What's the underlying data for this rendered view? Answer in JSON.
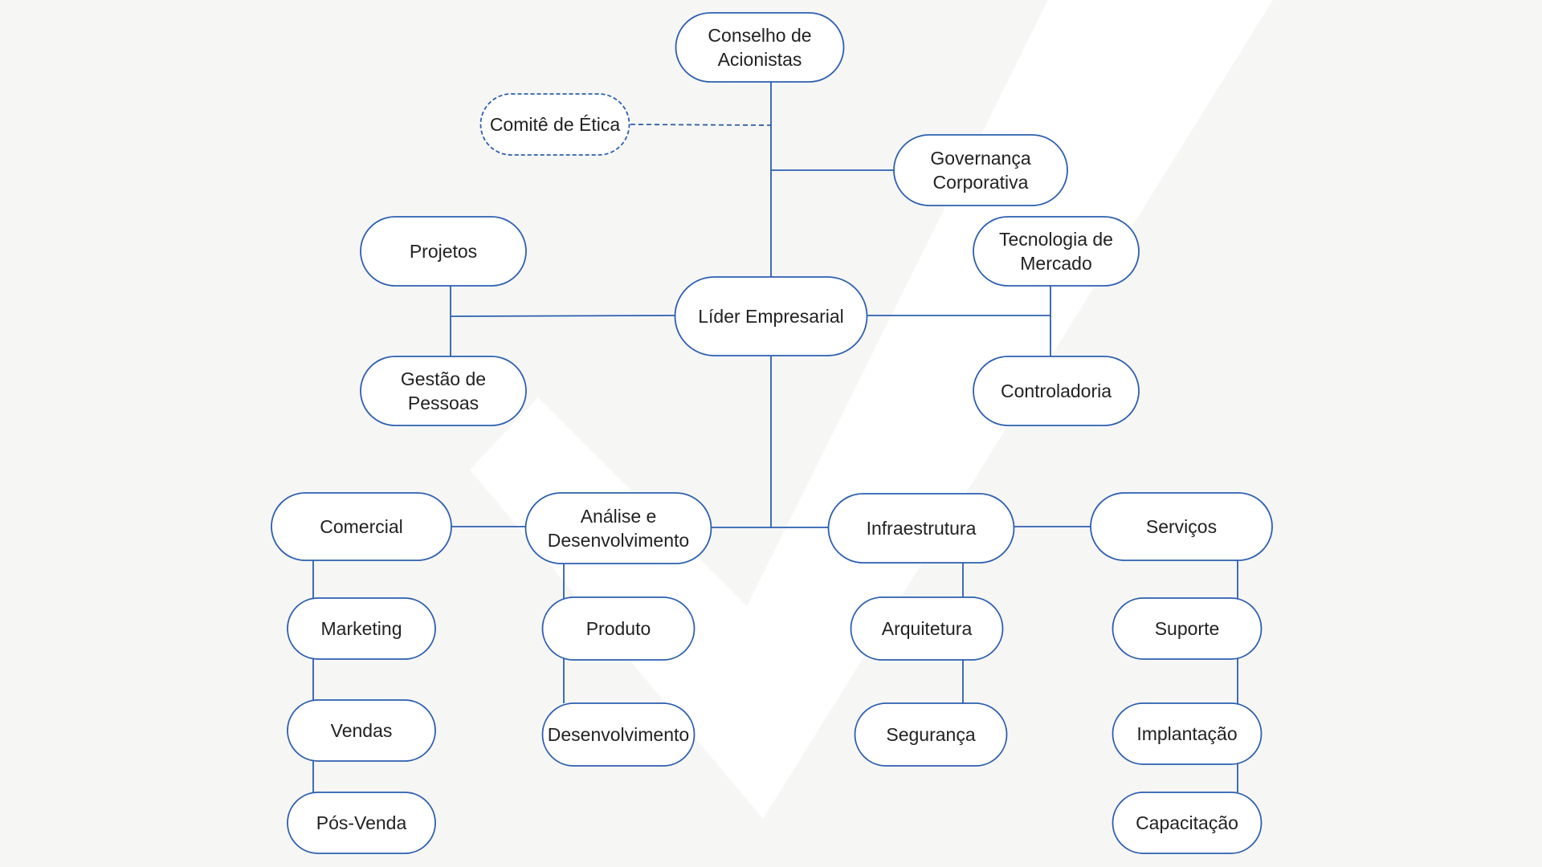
{
  "colors": {
    "background": "#f6f6f5",
    "node_stroke": "#2c5fb0",
    "node_fill": "#ffffff",
    "connector": "#2c5fb0",
    "text": "#222222",
    "watermark": "#ffffff"
  },
  "nodes": {
    "conselho": {
      "lines": [
        "Conselho de",
        "Acionistas"
      ]
    },
    "comite": {
      "lines": [
        "Comitê de Ética"
      ],
      "style": "dashed"
    },
    "governanca": {
      "lines": [
        "Governança",
        "Corporativa"
      ]
    },
    "projetos": {
      "lines": [
        "Projetos"
      ]
    },
    "tecnologia": {
      "lines": [
        "Tecnologia de",
        "Mercado"
      ]
    },
    "lider": {
      "lines": [
        "Líder Empresarial"
      ]
    },
    "gestao": {
      "lines": [
        "Gestão de",
        "Pessoas"
      ]
    },
    "controladoria": {
      "lines": [
        "Controladoria"
      ]
    },
    "comercial": {
      "lines": [
        "Comercial"
      ]
    },
    "analise": {
      "lines": [
        "Análise e",
        "Desenvolvimento"
      ]
    },
    "infraestrutura": {
      "lines": [
        "Infraestrutura"
      ]
    },
    "servicos": {
      "lines": [
        "Serviços"
      ]
    },
    "marketing": {
      "lines": [
        "Marketing"
      ]
    },
    "produto": {
      "lines": [
        "Produto"
      ]
    },
    "arquitetura": {
      "lines": [
        "Arquitetura"
      ]
    },
    "suporte": {
      "lines": [
        "Suporte"
      ]
    },
    "vendas": {
      "lines": [
        "Vendas"
      ]
    },
    "desenvolvimento": {
      "lines": [
        "Desenvolvimento"
      ]
    },
    "seguranca": {
      "lines": [
        "Segurança"
      ]
    },
    "implantacao": {
      "lines": [
        "Implantação"
      ]
    },
    "posvenda": {
      "lines": [
        "Pós-Venda"
      ]
    },
    "capacitacao": {
      "lines": [
        "Capacitação"
      ]
    }
  }
}
